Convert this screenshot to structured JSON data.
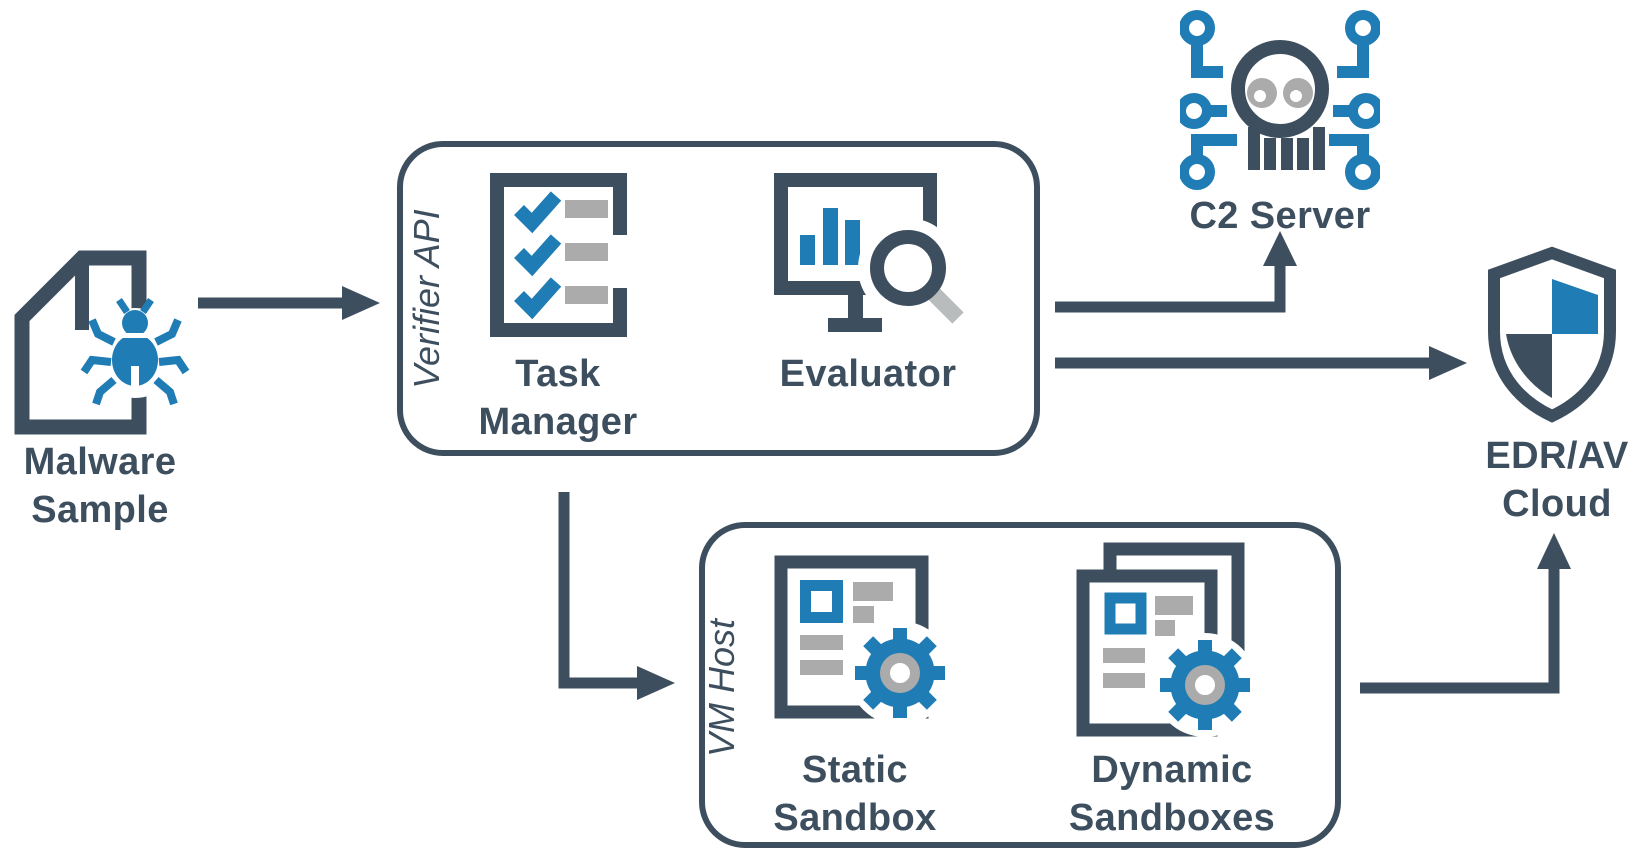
{
  "colors": {
    "dark_slate": "#3d4f5e",
    "accent_blue": "#1f7cb4",
    "neutral_gray": "#ababab",
    "handle_gray": "#b9bcbd"
  },
  "nodes": {
    "malware_sample": {
      "label": [
        "Malware",
        "Sample"
      ],
      "icon": "document-with-bug-icon"
    },
    "verifier_api": {
      "label": "Verifier API",
      "task_manager": {
        "label": [
          "Task",
          "Manager"
        ],
        "icon": "clipboard-checklist-icon"
      },
      "evaluator": {
        "label": "Evaluator",
        "icon": "monitor-chart-magnifier-icon"
      }
    },
    "c2_server": {
      "label": "C2 Server",
      "icon": "skull-circuit-icon"
    },
    "edr_av_cloud": {
      "label": [
        "EDR/AV",
        "Cloud"
      ],
      "icon": "checkered-shield-icon"
    },
    "vm_host": {
      "label": "VM Host",
      "static_sandbox": {
        "label": [
          "Static",
          "Sandbox"
        ],
        "icon": "document-gear-icon"
      },
      "dynamic_sandboxes": {
        "label": [
          "Dynamic",
          "Sandboxes"
        ],
        "icon": "stacked-documents-gear-icon"
      }
    }
  },
  "edges": [
    {
      "from": "Malware Sample",
      "to": "Verifier API"
    },
    {
      "from": "Verifier API",
      "to": "C2 Server"
    },
    {
      "from": "Verifier API",
      "to": "EDR/AV Cloud"
    },
    {
      "from": "Verifier API",
      "to": "VM Host"
    },
    {
      "from": "VM Host",
      "to": "EDR/AV Cloud"
    }
  ]
}
